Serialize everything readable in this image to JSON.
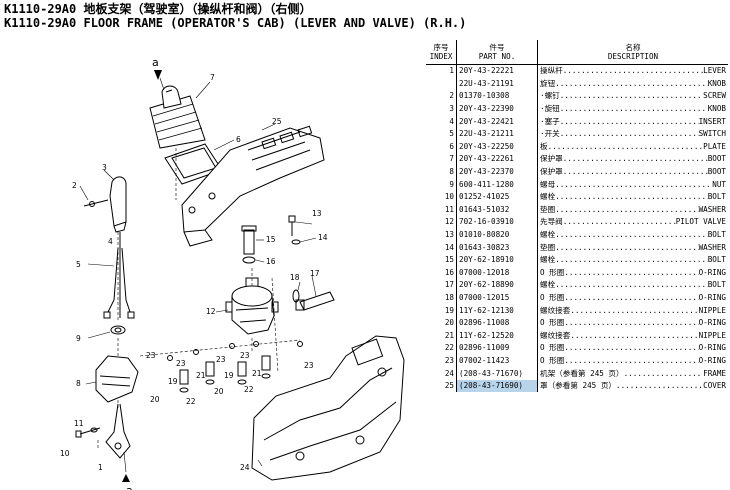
{
  "title_cn": "K1110-29A0 地板支架（驾驶室）（操纵杆和阀）（右侧）",
  "title_en": "K1110-29A0 FLOOR FRAME (OPERATOR'S CAB) (LEVER AND VALVE) (R.H.)",
  "table": {
    "headers": {
      "index_cn": "序号",
      "index_en": "INDEX",
      "part_cn": "件号",
      "part_en": "PART NO.",
      "desc_cn": "名称",
      "desc_en": "DESCRIPTION"
    },
    "rows": [
      {
        "index": "1",
        "part": "20Y-43-22221",
        "cn": "操纵杆",
        "en": "LEVER"
      },
      {
        "index": "",
        "part": "22U-43-21191",
        "cn": "旋钮",
        "en": "KNOB"
      },
      {
        "index": "2",
        "part": "01370-10308",
        "cn": "·螺钉",
        "en": "SCREW"
      },
      {
        "index": "3",
        "part": "20Y-43-22390",
        "cn": "·旋钮",
        "en": "KNOB"
      },
      {
        "index": "4",
        "part": "20Y-43-22421",
        "cn": "·塞子",
        "en": "INSERT"
      },
      {
        "index": "5",
        "part": "22U-43-21211",
        "cn": "·开关",
        "en": "SWITCH"
      },
      {
        "index": "6",
        "part": "20Y-43-22250",
        "cn": "板",
        "en": "PLATE"
      },
      {
        "index": "7",
        "part": "20Y-43-22261",
        "cn": "保护罩",
        "en": "BOOT"
      },
      {
        "index": "8",
        "part": "20Y-43-22370",
        "cn": "保护罩",
        "en": "BOOT"
      },
      {
        "index": "9",
        "part": "600-411-1280",
        "cn": "螺母",
        "en": "NUT"
      },
      {
        "index": "10",
        "part": "01252-41025",
        "cn": "螺栓",
        "en": "BOLT"
      },
      {
        "index": "11",
        "part": "01643-51032",
        "cn": "垫圈",
        "en": "WASHER"
      },
      {
        "index": "12",
        "part": "702-16-03910",
        "cn": "先导阀",
        "en": "PILOT VALVE"
      },
      {
        "index": "13",
        "part": "01010-80820",
        "cn": "螺栓",
        "en": "BOLT"
      },
      {
        "index": "14",
        "part": "01643-30823",
        "cn": "垫圈",
        "en": "WASHER"
      },
      {
        "index": "15",
        "part": "20Y-62-18910",
        "cn": "螺栓",
        "en": "BOLT"
      },
      {
        "index": "16",
        "part": "07000-12018",
        "cn": "O 形圈",
        "en": "O-RING"
      },
      {
        "index": "17",
        "part": "20Y-62-18890",
        "cn": "螺栓",
        "en": "BOLT"
      },
      {
        "index": "18",
        "part": "07000-12015",
        "cn": "O 形圈",
        "en": "O-RING"
      },
      {
        "index": "19",
        "part": "11Y-62-12130",
        "cn": "螺纹接套",
        "en": "NIPPLE"
      },
      {
        "index": "20",
        "part": "02896-11008",
        "cn": "O 形圈",
        "en": "O-RING"
      },
      {
        "index": "21",
        "part": "11Y-62-12520",
        "cn": "螺纹接套",
        "en": "NIPPLE"
      },
      {
        "index": "22",
        "part": "02896-11009",
        "cn": "O 形圈",
        "en": "O-RING"
      },
      {
        "index": "23",
        "part": "07002-11423",
        "cn": "O 形圈",
        "en": "O-RING"
      },
      {
        "index": "24",
        "part": "(208-43-71670)",
        "cn": "机架（参看第 245 页）",
        "en": "FRAME"
      },
      {
        "index": "25",
        "part": "(208-43-71690)",
        "cn": "罩（参看第 245 页）",
        "en": "COVER",
        "highlight": true
      }
    ]
  },
  "callouts": {
    "c1": "1",
    "c2": "2",
    "c3": "3",
    "c4": "4",
    "c5": "5",
    "c6": "6",
    "c7": "7",
    "c8": "8",
    "c9": "9",
    "c10": "10",
    "c11": "11",
    "c12": "12",
    "c13": "13",
    "c14": "14",
    "c15": "15",
    "c16": "16",
    "c17": "17",
    "c18": "18",
    "c19a": "19",
    "c19b": "19",
    "c20a": "20",
    "c20b": "20",
    "c21a": "21",
    "c21b": "21",
    "c22a": "22",
    "c22b": "22",
    "c23a": "23",
    "c23b": "23",
    "c23c": "23",
    "c23d": "23",
    "c23e": "23",
    "c24": "24",
    "c25": "25",
    "ca1": "a",
    "ca2": "a"
  }
}
